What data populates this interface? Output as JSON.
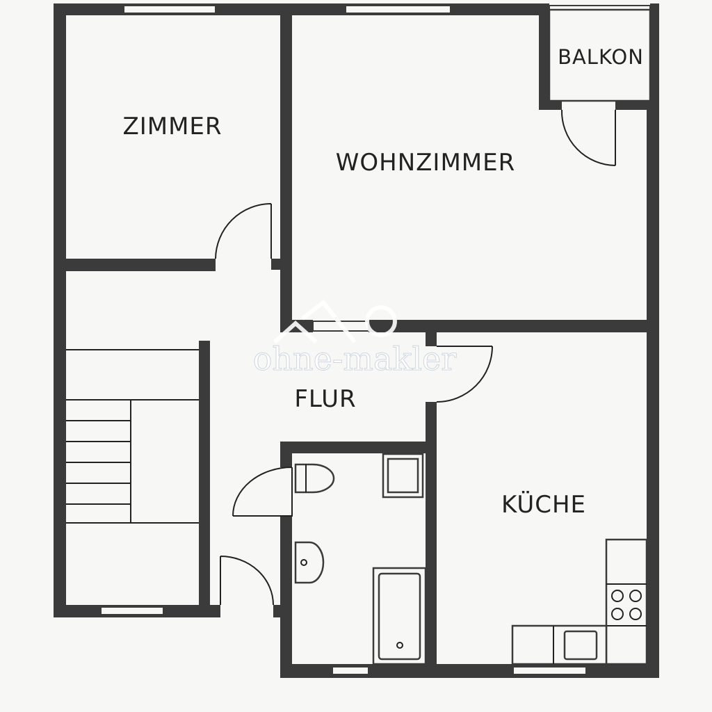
{
  "rooms": {
    "zimmer": "ZIMMER",
    "wohnzimmer": "WOHNZIMMER",
    "balkon": "BALKON",
    "flur": "FLUR",
    "kueche": "KÜCHE"
  },
  "watermark": "ohne-makler",
  "colors": {
    "wall": "#3b3b3b",
    "background": "#f7f7f5"
  }
}
